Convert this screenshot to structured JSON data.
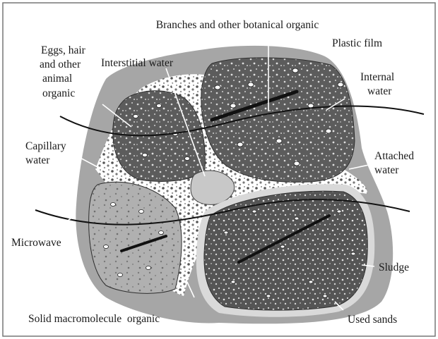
{
  "labels": {
    "branches": "Branches and other botanical organic",
    "plastic_film": "Plastic film",
    "eggs_line1": "Eggs, hair",
    "eggs_line2": "and other",
    "eggs_line3": "animal",
    "eggs_line4": "organic",
    "interstitial_water": "Interstitial water",
    "internal_water_line1": "Internal",
    "internal_water_line2": "water",
    "capillary_water_line1": "Capillary",
    "capillary_water_line2": "water",
    "attached_water_line1": "Attached",
    "attached_water_line2": "water",
    "microwave": "Microwave",
    "sludge": "Sludge",
    "solid_macromolecule": "Solid macromolecule  organic",
    "used_sands": "Used sands"
  },
  "colors": {
    "outer_film": "#a6a6a6",
    "dark_particle": "#5c5c5c",
    "light_particle": "#b0b0b0",
    "sand_rim": "#d9d9d9",
    "water_blob": "#c8c8c8",
    "pore_fill": "#ffffff"
  }
}
